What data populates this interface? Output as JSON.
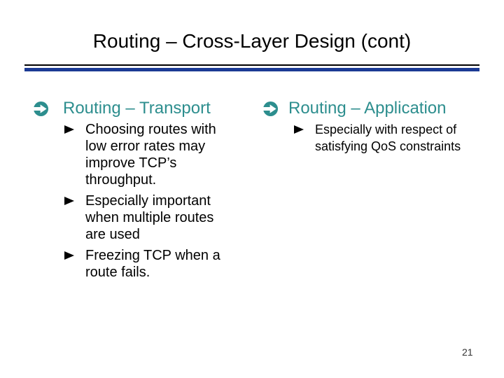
{
  "slide": {
    "title": "Routing – Cross-Layer Design (cont)",
    "page_number": "21",
    "colors": {
      "heading_teal": "#2D8E8E",
      "divider_blue": "#1B3A94",
      "divider_dark": "#000000",
      "body_text": "#000000"
    },
    "icons": {
      "heading_bullet": "circle-right-arrow-icon",
      "sub_bullet": "right-triangle-icon"
    },
    "columns": [
      {
        "heading": "Routing – Transport",
        "bullets": [
          "Choosing routes with low error rates may improve TCP’s throughput.",
          "Especially important when multiple routes are used",
          "Freezing TCP when a route fails."
        ]
      },
      {
        "heading": "Routing – Application",
        "bullets": [
          "Especially with respect of satisfying QoS constraints"
        ]
      }
    ]
  }
}
